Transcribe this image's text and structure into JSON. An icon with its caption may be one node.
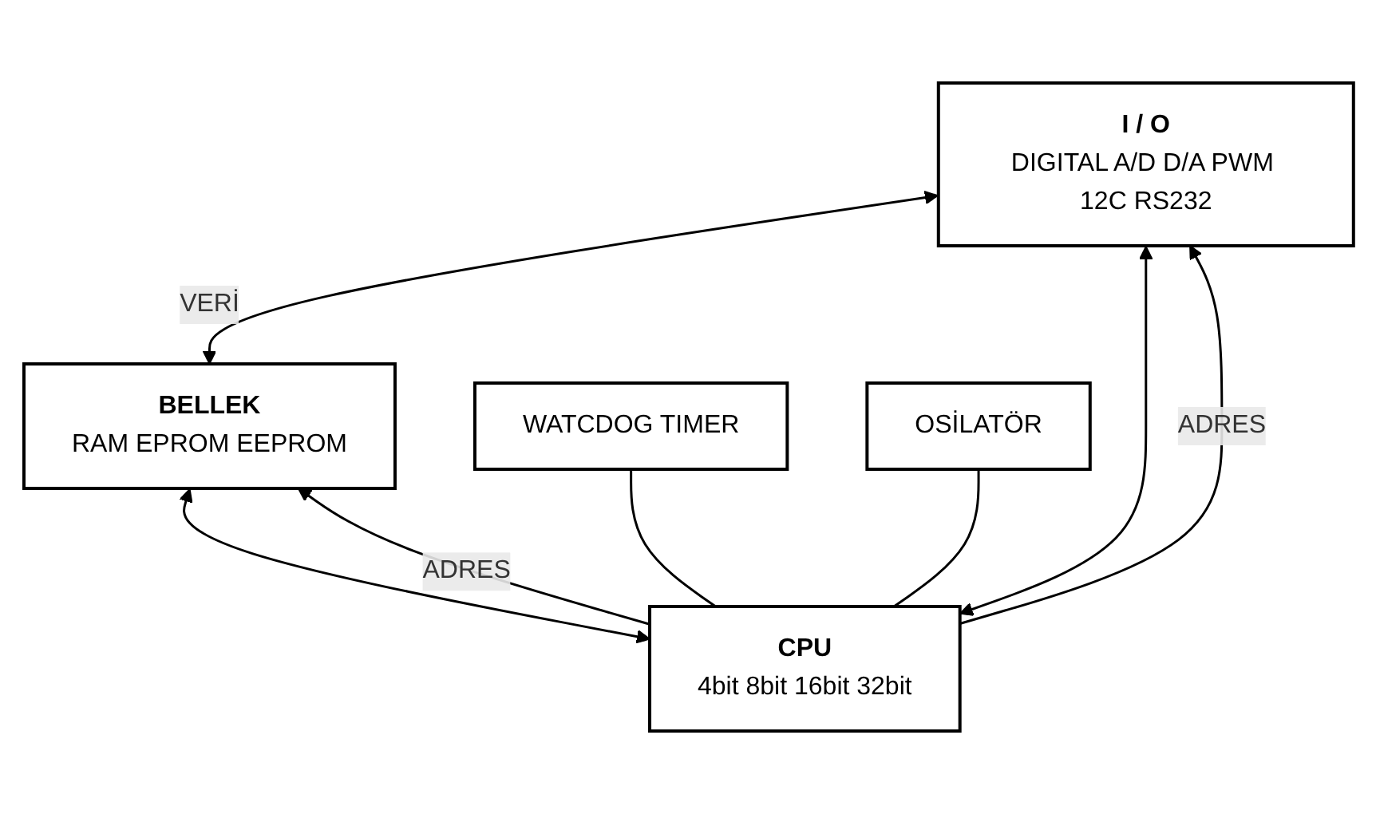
{
  "diagram": {
    "nodes": [
      {
        "text": [
          "I / O",
          "DIGITAL A/D D/A PWM 12C RS232"
        ]
      },
      {
        "text": [
          "BELLEK",
          "RAM EPROM EEPROM"
        ]
      },
      {
        "text": [
          "CPU",
          "4bit 8bit 16bit 32bit"
        ]
      },
      {
        "text": [
          "WATCDOG TIMER"
        ]
      },
      {
        "text": [
          "OSİLATÖR"
        ]
      }
    ],
    "edges": [
      {
        "from": 0,
        "to": 1,
        "arrow": "both",
        "label": "VERİ"
      },
      {
        "from": 0,
        "to": 2,
        "arrow": "both"
      },
      {
        "from": 1,
        "to": 2,
        "arrow": "both"
      },
      {
        "from": 2,
        "to": 0,
        "arrow": "to",
        "label": "ADRES"
      },
      {
        "from": 2,
        "to": 1,
        "arrow": "to",
        "label": "ADRES"
      },
      {
        "from": 3,
        "to": 2,
        "arrow": "none"
      },
      {
        "from": 4,
        "to": 2,
        "arrow": "none"
      }
    ]
  }
}
